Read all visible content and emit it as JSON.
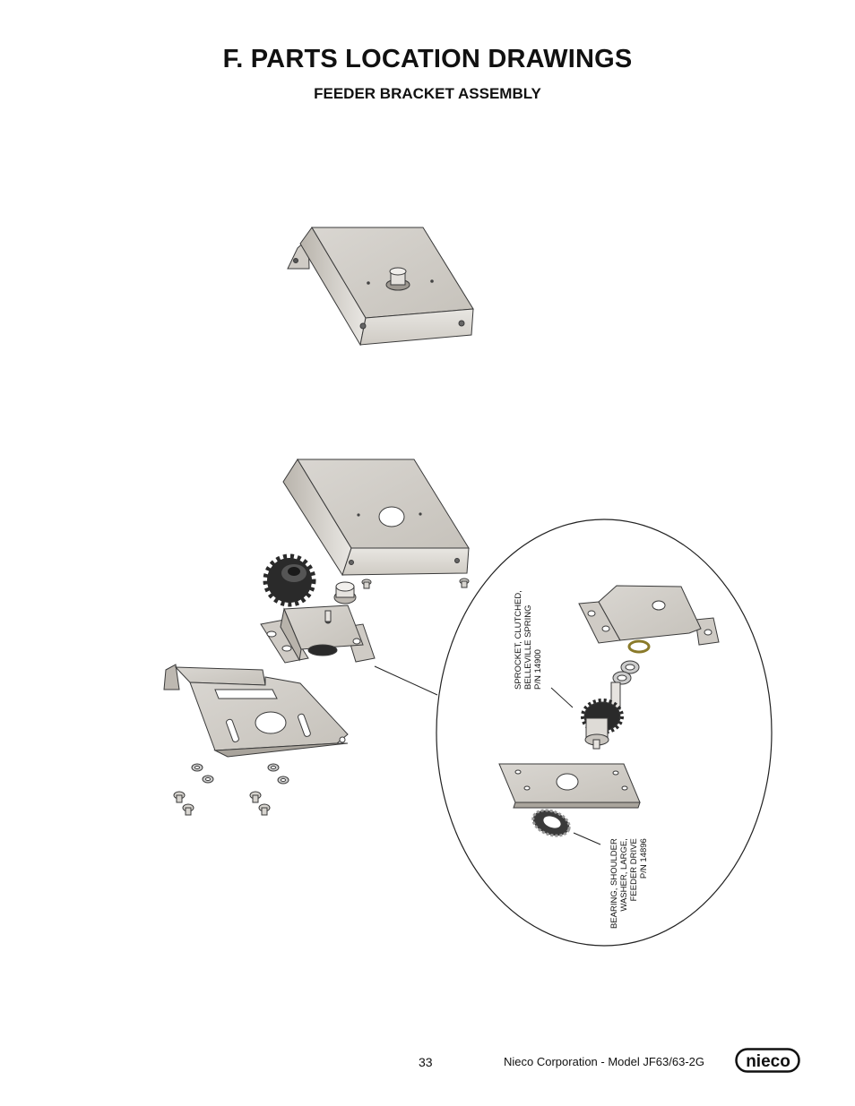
{
  "page": {
    "title": "F. PARTS LOCATION DRAWINGS",
    "subtitle": "FEEDER BRACKET ASSEMBLY"
  },
  "callouts": [
    {
      "lines": [
        "SPROCKET, CLUTCHED,",
        "BELLEVILLE SPRING",
        "P/N 14900"
      ]
    },
    {
      "lines": [
        "BEARING, SHOULDER",
        "WASHER, LARGE,",
        "FEEDER DRIVE",
        "P/N 14896"
      ]
    }
  ],
  "footer": {
    "page_number": "33",
    "corporation": "Nieco Corporation - Model JF63/63-2G",
    "logo_text": "nieco"
  },
  "colors": {
    "metal_light": "#e4e2de",
    "metal_mid": "#cfcbc5",
    "metal_dark": "#a9a49c",
    "outline": "#3a3a3a",
    "sprocket": "#2a2a2a"
  }
}
